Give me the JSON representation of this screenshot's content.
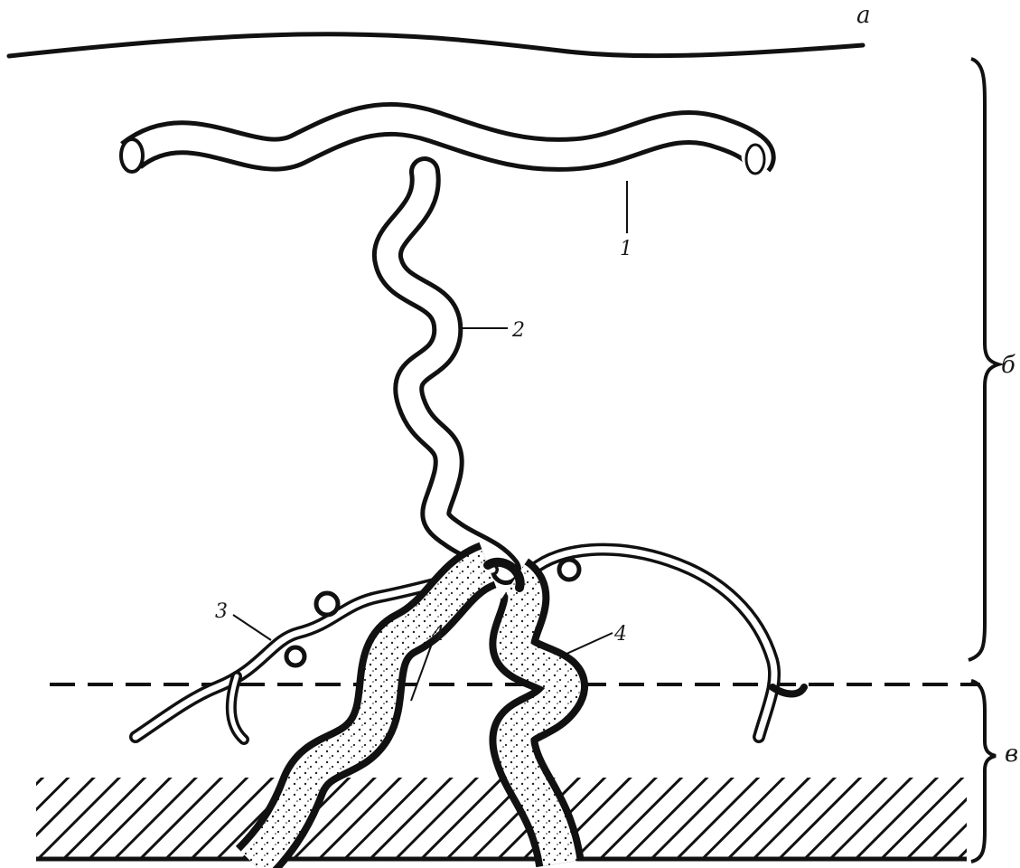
{
  "labels": {
    "a": "а",
    "b": "б",
    "v": "в",
    "n1": "1",
    "n2": "2",
    "n3": "3",
    "n4a": "4",
    "n4b": "4"
  },
  "colors": {
    "ink": "#111111",
    "vessel_fill": "#ffffff",
    "stipple_fill": "#f2f2f2"
  }
}
